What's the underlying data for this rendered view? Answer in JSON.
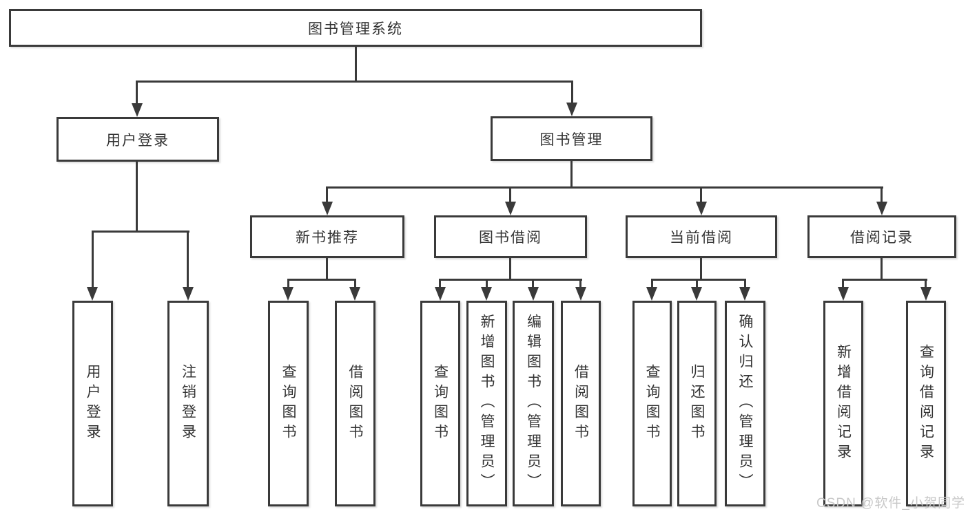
{
  "diagram_title": "图书管理系统",
  "nodes": {
    "root": {
      "label": "图书管理系统"
    },
    "user_login": {
      "label": "用户登录"
    },
    "book_mgmt": {
      "label": "图书管理"
    },
    "new_book_rec": {
      "label": "新书推荐"
    },
    "book_borrow": {
      "label": "图书借阅"
    },
    "current_borrow": {
      "label": "当前借阅"
    },
    "borrow_record": {
      "label": "借阅记录"
    },
    "leaf_user_login": {
      "label": "用户登录"
    },
    "leaf_logout": {
      "label": "注销登录"
    },
    "leaf_query_book_1": {
      "label": "查询图书"
    },
    "leaf_borrow_book_1": {
      "label": "借阅图书"
    },
    "leaf_query_book_2": {
      "label": "查询图书"
    },
    "leaf_add_book": {
      "label": "新增图书（管理员）"
    },
    "leaf_edit_book": {
      "label": "编辑图书（管理员）"
    },
    "leaf_borrow_book_2": {
      "label": "借阅图书"
    },
    "leaf_query_book_3": {
      "label": "查询图书"
    },
    "leaf_return_book": {
      "label": "归还图书"
    },
    "leaf_confirm_return": {
      "label": "确认归还（管理员）"
    },
    "leaf_add_borrow_record": {
      "label": "新增借阅记录"
    },
    "leaf_query_borrow_record": {
      "label": "查询借阅记录"
    }
  },
  "watermark": {
    "text": "CSDN @软件_小贺同学"
  },
  "colors": {
    "line": "#3a3a3a",
    "box_background": "#ffffff",
    "text": "#333333",
    "watermark": "#c8c8c8"
  }
}
